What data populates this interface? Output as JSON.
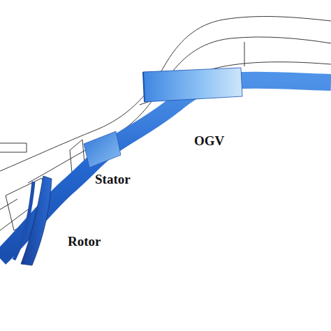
{
  "diagram": {
    "labels": [
      "OGV",
      "Stator",
      "Rotor"
    ]
  }
}
